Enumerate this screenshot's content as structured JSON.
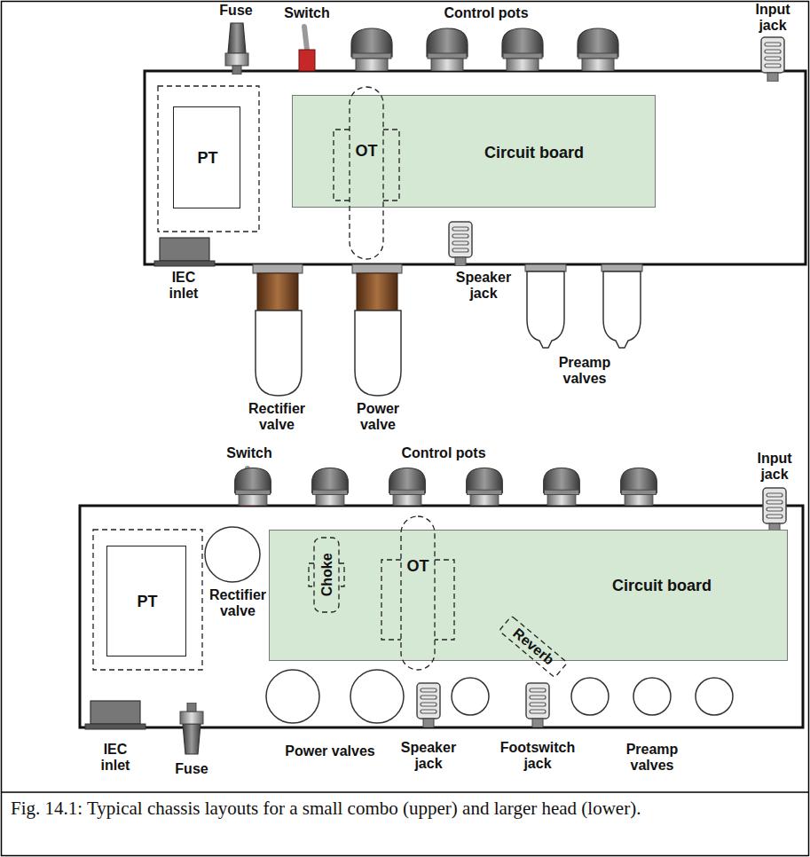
{
  "diagram": {
    "caption": "Fig. 14.1: Typical chassis layouts for a small combo (upper) and larger head (lower).",
    "nodes": [
      {
        "text": [
          "PT"
        ]
      },
      {
        "text": [
          "Circuit board"
        ]
      },
      {
        "text": [
          "OT"
        ],
        "in": 1
      },
      {
        "text": [
          "PT"
        ]
      },
      {
        "text": [
          "Circuit board"
        ]
      },
      {
        "text": [
          "Choke"
        ],
        "in": 4
      },
      {
        "text": [
          "OT"
        ],
        "in": 4
      },
      {
        "text": [
          "Reverb"
        ],
        "in": 4
      }
    ],
    "labels": [
      "Fuse",
      "Switch",
      "Control pots",
      "Input jack",
      "IEC inlet",
      "Rectifier valve",
      "Power valve",
      "Speaker jack",
      "Preamp valves",
      "Switch",
      "Control pots",
      "Input jack",
      "Rectifier valve",
      "IEC inlet",
      "Fuse",
      "Power valves",
      "Speaker jack",
      "Footswitch jack",
      "Preamp valves"
    ]
  }
}
